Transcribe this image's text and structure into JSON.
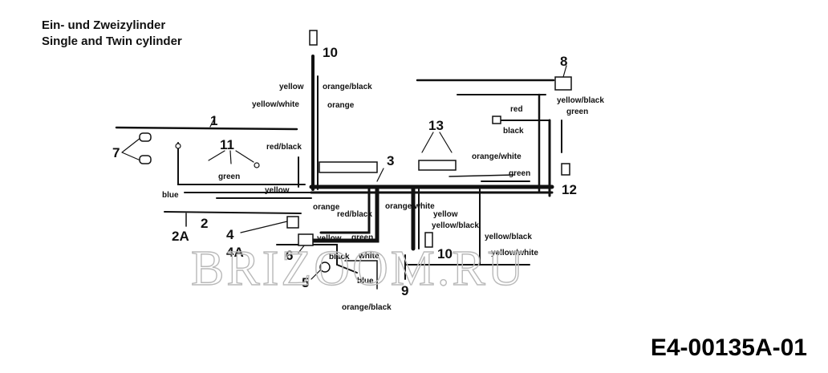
{
  "title": {
    "line_de": "Ein- und Zweizylinder",
    "line_en": "Single and Twin cylinder"
  },
  "drawing_code": "E4-00135A-01",
  "watermark": "BRIZOOM.RU",
  "callouts": {
    "c1": "1",
    "c2": "2",
    "c2a": "2A",
    "c3": "3",
    "c4": "4",
    "c4a": "4A",
    "c5": "5",
    "c6": "6",
    "c7": "7",
    "c8": "8",
    "c9": "9",
    "c10_top": "10",
    "c10_low": "10",
    "c11": "11",
    "c12": "12",
    "c13": "13"
  },
  "wire_labels": {
    "yellow_top": "yellow",
    "orangeblack_top": "orange/black",
    "yellowwhite_top": "yellow/white",
    "orange_top": "orange",
    "redblack_left": "red/black",
    "green_left": "green",
    "blue_left": "blue",
    "yellow_left": "yellow",
    "orange_mid": "orange",
    "redblack_mid": "red/black",
    "yellow_mid": "yellow",
    "green_mid": "green",
    "black_low": "black",
    "white_low": "white",
    "blue_low": "blue",
    "orangeblack_low": "orange/black",
    "orangewhite_mid": "orange/white",
    "yellow_center": "yellow",
    "yellowblack_center": "yellow/black",
    "orangewhite_right": "orange/white",
    "green_right": "green",
    "red_right": "red",
    "black_right": "black",
    "yellowblack_far": "yellow/black",
    "green_far": "green",
    "yellowblack_low_right": "yellow/black",
    "yellowwhite_low_right": "yellow/white"
  }
}
